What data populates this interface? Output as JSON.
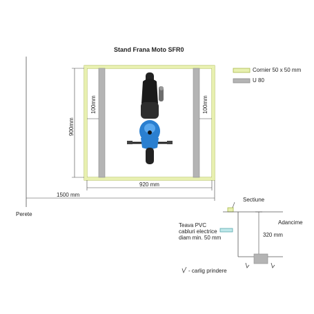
{
  "title": "Stand Frana Moto SFR0",
  "legend": {
    "items": [
      {
        "label": "Cornier 50 x 50 mm",
        "color": "#e8f0b0",
        "border": "#a8b84a"
      },
      {
        "label": "U 80",
        "color": "#b4b4b4",
        "border": "#8c8c8c"
      }
    ]
  },
  "dimensions": {
    "height": "900mm",
    "inner_left": "100mm",
    "inner_right": "100mm",
    "inner_width": "920 mm",
    "total_width": "1500 mm"
  },
  "labels": {
    "wall": "Perete",
    "section": "Sectiune",
    "depth": "Adancime",
    "depth_value": "320 mm",
    "pvc_line1": "Teava PVC",
    "pvc_line2": "cabluri electrice",
    "pvc_line3": "diam min. 50 mm",
    "hook": "- carlig prindere"
  },
  "colors": {
    "cornier": "#e8f0b0",
    "cornier_border": "#a8b84a",
    "u80": "#b4b4b4",
    "pvc": "#bfe8ea",
    "line": "#444444",
    "moto_blue": "#2a7fd0"
  }
}
